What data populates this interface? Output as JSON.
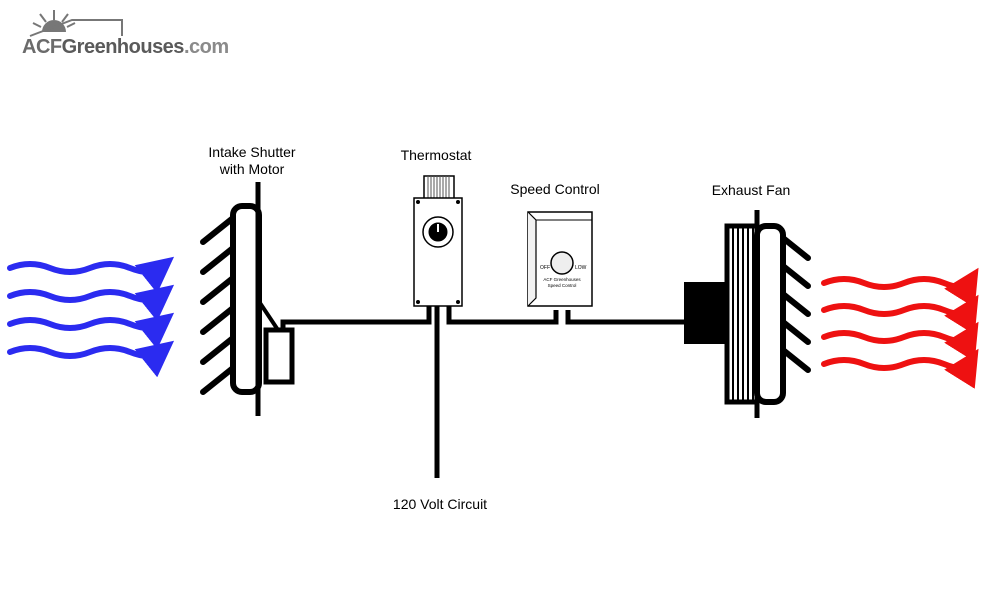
{
  "brand": {
    "name_part1": "ACF",
    "name_part2": "Greenhouses",
    "name_part3": ".com"
  },
  "labels": {
    "intake_line1": "Intake Shutter",
    "intake_line2": "with Motor",
    "thermostat": "Thermostat",
    "speed_control": "Speed Control",
    "exhaust_fan": "Exhaust Fan",
    "circuit": "120 Volt Circuit"
  },
  "speed_control_face": {
    "off": "OFF",
    "low": "LOW",
    "brand_line1": "ACF Greenhouses",
    "brand_line2": "Speed Control"
  },
  "colors": {
    "intake_air": "#2b2bf0",
    "exhaust_air": "#ee1111",
    "wire": "#000000"
  }
}
